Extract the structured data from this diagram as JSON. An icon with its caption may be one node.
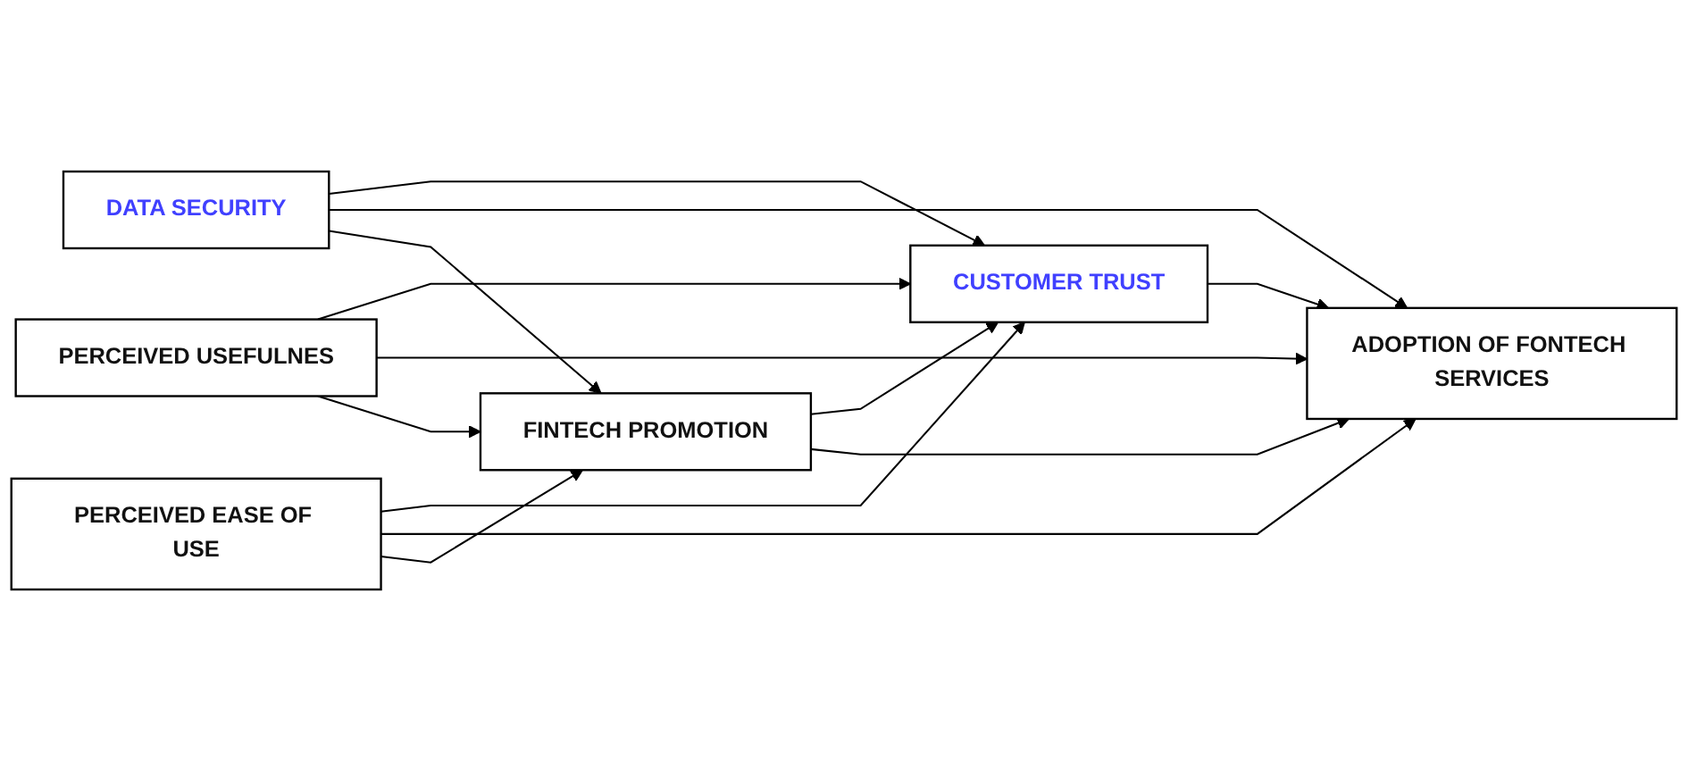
{
  "diagram": {
    "nodes": [
      {
        "text": [
          "CUSTOMER TRUST"
        ]
      },
      {
        "text": [
          "DATA SECURITY"
        ]
      },
      {
        "text": [
          "ADOPTION OF FONTECH SERVICES"
        ]
      },
      {
        "text": [
          "PERCEIVED USEFULNES"
        ]
      },
      {
        "text": [
          "FINTECH PROMOTION"
        ]
      },
      {
        "text": [
          "PERCEIVED EASE OF USE"
        ]
      }
    ],
    "edges": [
      {
        "from": 1,
        "to": 0,
        "arrow": "to"
      },
      {
        "from": 0,
        "to": 2,
        "arrow": "to"
      },
      {
        "from": 1,
        "to": 2,
        "arrow": "to"
      },
      {
        "from": 1,
        "to": 4,
        "arrow": "to"
      },
      {
        "from": 3,
        "to": 0,
        "arrow": "to"
      },
      {
        "from": 3,
        "to": 2,
        "arrow": "to"
      },
      {
        "from": 3,
        "to": 4,
        "arrow": "to"
      },
      {
        "from": 5,
        "to": 0,
        "arrow": "to"
      },
      {
        "from": 5,
        "to": 2,
        "arrow": "to"
      },
      {
        "from": 5,
        "to": 4,
        "arrow": "to"
      },
      {
        "from": 4,
        "to": 0,
        "arrow": "to"
      },
      {
        "from": 4,
        "to": 2,
        "arrow": "to"
      }
    ]
  }
}
